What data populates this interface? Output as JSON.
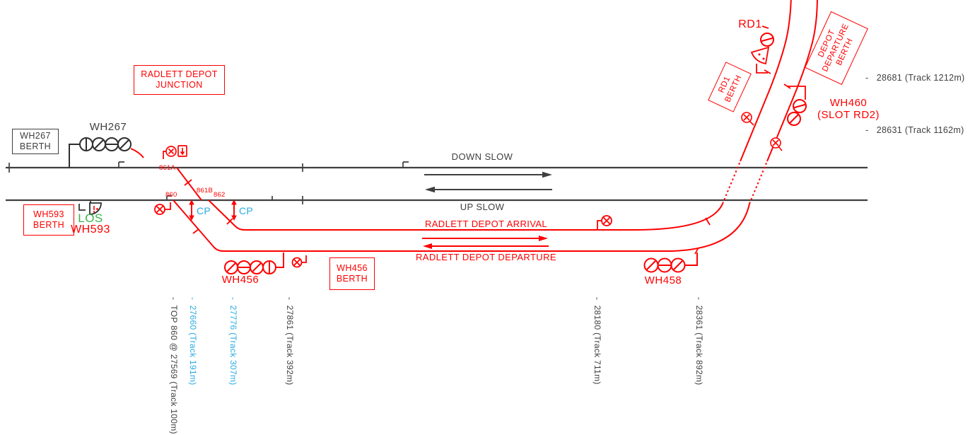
{
  "colors": {
    "red": "#fe0000",
    "dark": "#3f3f3f",
    "cyan": "#29abe2",
    "green": "#3ab54a"
  },
  "boxes": {
    "wh267_berth": {
      "line1": "WH267",
      "line2": "BERTH"
    },
    "wh593_berth": {
      "line1": "WH593",
      "line2": "BERTH"
    },
    "radlett_depot_junction": {
      "line1": "RADLETT DEPOT",
      "line2": "JUNCTION"
    },
    "wh456_berth": {
      "line1": "WH456",
      "line2": "BERTH"
    },
    "rd1_berth": {
      "line1": "RD1",
      "line2": "BERTH"
    },
    "depot_departure_berth": {
      "line1": "DEPOT",
      "line2": "DEPARTURE",
      "line3": "BERTH"
    }
  },
  "signals": {
    "wh267": "WH267",
    "wh456": "WH456",
    "wh458": "WH458",
    "rd1": "RD1",
    "wh460": "WH460",
    "wh460_slot": "(SLOT RD2)",
    "los": "LOS",
    "wh593": "WH593"
  },
  "tracks": {
    "down_slow": "DOWN SLOW",
    "up_slow": "UP SLOW",
    "depot_arrival": "RADLETT DEPOT ARRIVAL",
    "depot_departure": "RADLETT DEPOT DEPARTURE"
  },
  "points": {
    "p860": "860",
    "p861a": "861A",
    "p861b": "861B",
    "p862": "862"
  },
  "cp": {
    "label": "CP"
  },
  "mileposts_right": [
    {
      "text": "-   28681 (Track 1212m)"
    },
    {
      "text": "-   28631 (Track 1162m)"
    }
  ],
  "mileposts_bottom": [
    {
      "text": "-  TOP 860 @ 27569 (Track 100m)",
      "color": "dark"
    },
    {
      "text": "-  27660 (Track 191m)",
      "color": "cyan"
    },
    {
      "text": "-  27776 (Track 307m)",
      "color": "cyan"
    },
    {
      "text": "-  27861 (Track 392m)",
      "color": "dark"
    },
    {
      "text": "-  28180 (Track 711m)",
      "color": "dark"
    },
    {
      "text": "-  28361 (Track 892m)",
      "color": "dark"
    }
  ]
}
